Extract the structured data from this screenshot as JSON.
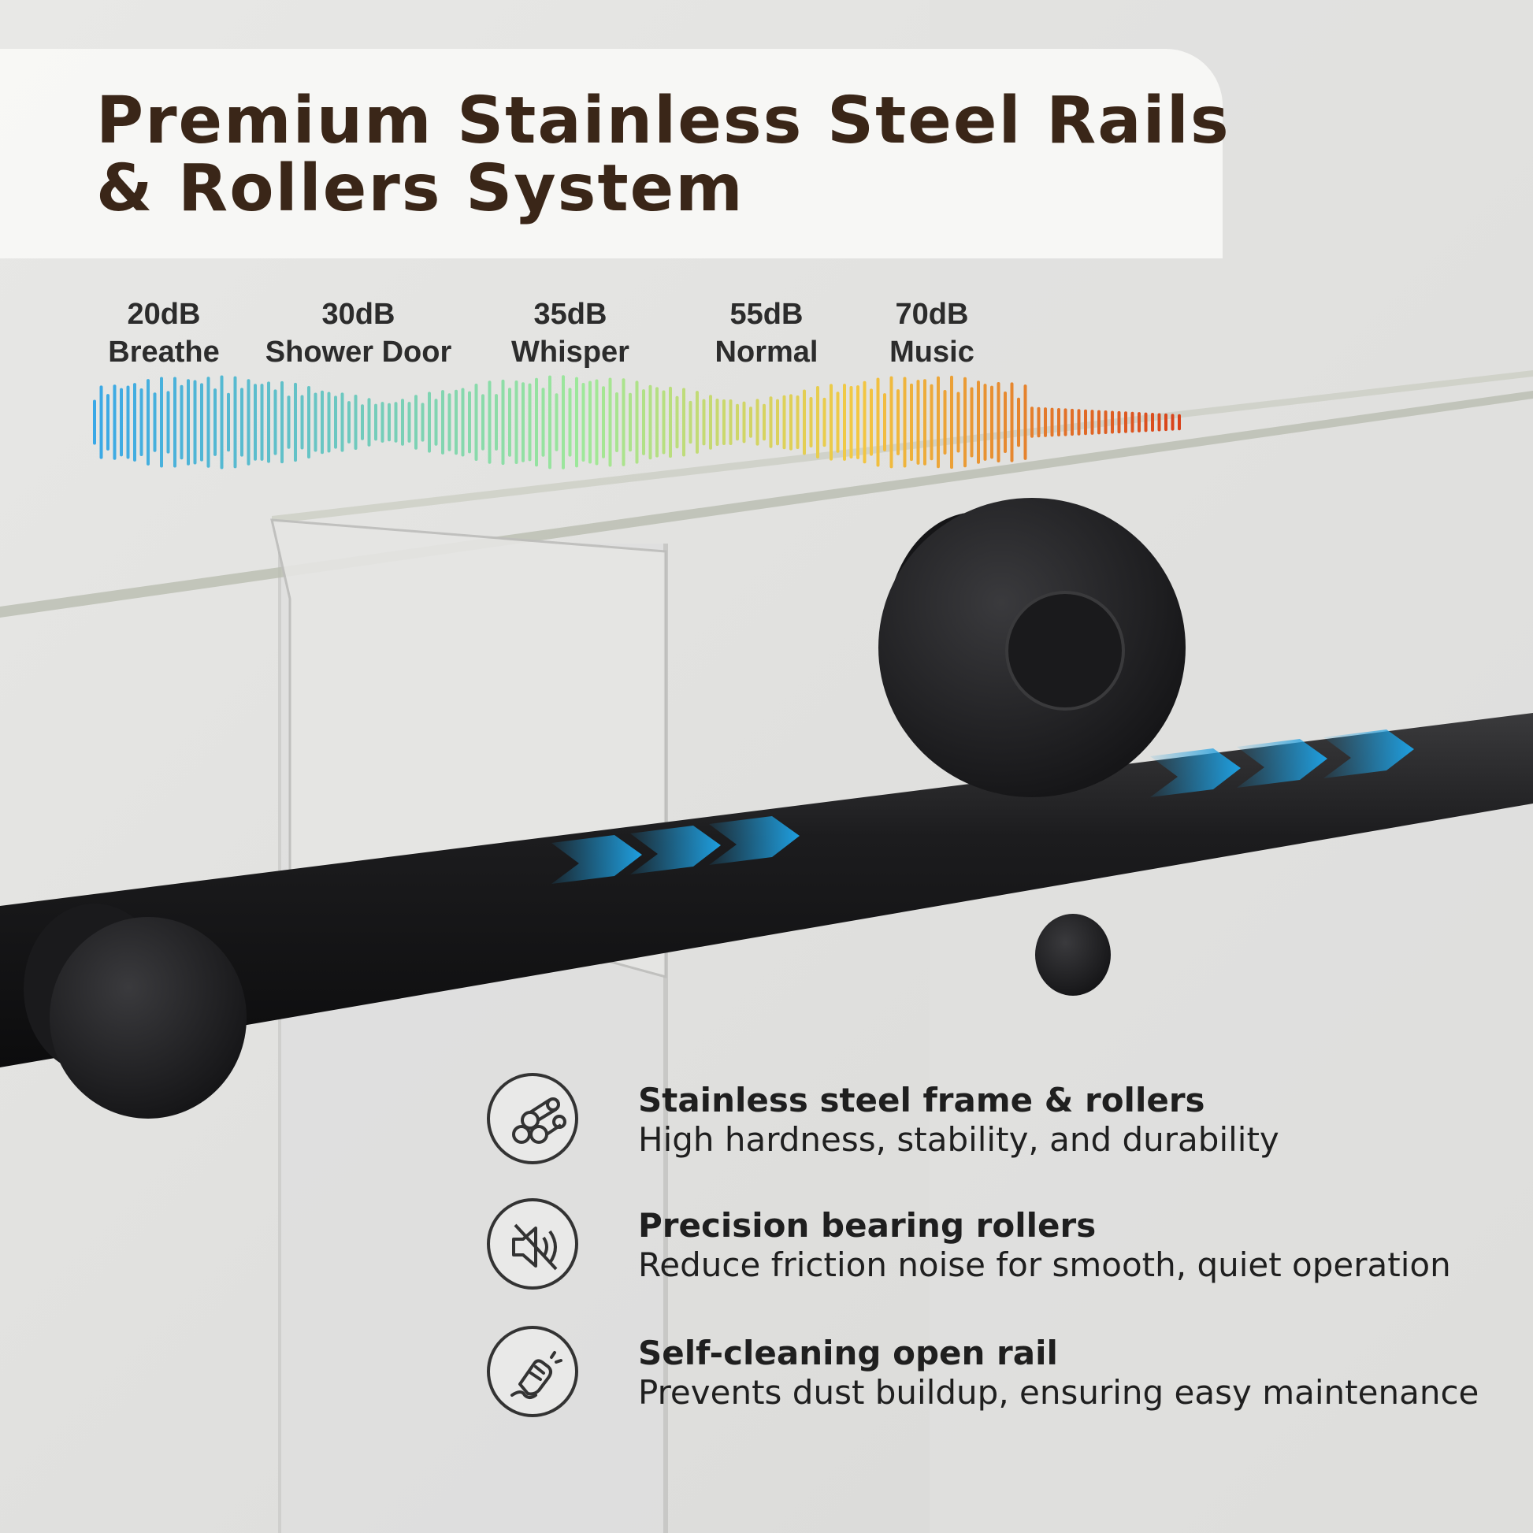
{
  "title": {
    "line1": "Premium Stainless Steel Rails",
    "line2": "& Rollers System"
  },
  "noise_scale": [
    {
      "db": "20dB",
      "label": "Breathe"
    },
    {
      "db": "30dB",
      "label": "Shower Door"
    },
    {
      "db": "35dB",
      "label": "Whisper"
    },
    {
      "db": "55dB",
      "label": "Normal"
    },
    {
      "db": "70dB",
      "label": "Music"
    }
  ],
  "colors": {
    "title_text": "#3a2618",
    "rail": "#1c1c1e",
    "arrow_blue": "#1e9fe0",
    "wave_start": "#3aa8e6",
    "wave_mid": "#9fe89a",
    "wave_warm": "#f3c842",
    "wave_end": "#d8401a"
  },
  "features": [
    {
      "icon": "steel-rods-icon",
      "title": "Stainless steel frame & rollers",
      "description": "High hardness, stability, and durability"
    },
    {
      "icon": "mute-speaker-icon",
      "title": "Precision bearing rollers",
      "description": "Reduce friction noise for smooth, quiet operation"
    },
    {
      "icon": "wiping-hand-icon",
      "title": "Self-cleaning open rail",
      "description": "Prevents dust buildup, ensuring easy maintenance"
    }
  ]
}
